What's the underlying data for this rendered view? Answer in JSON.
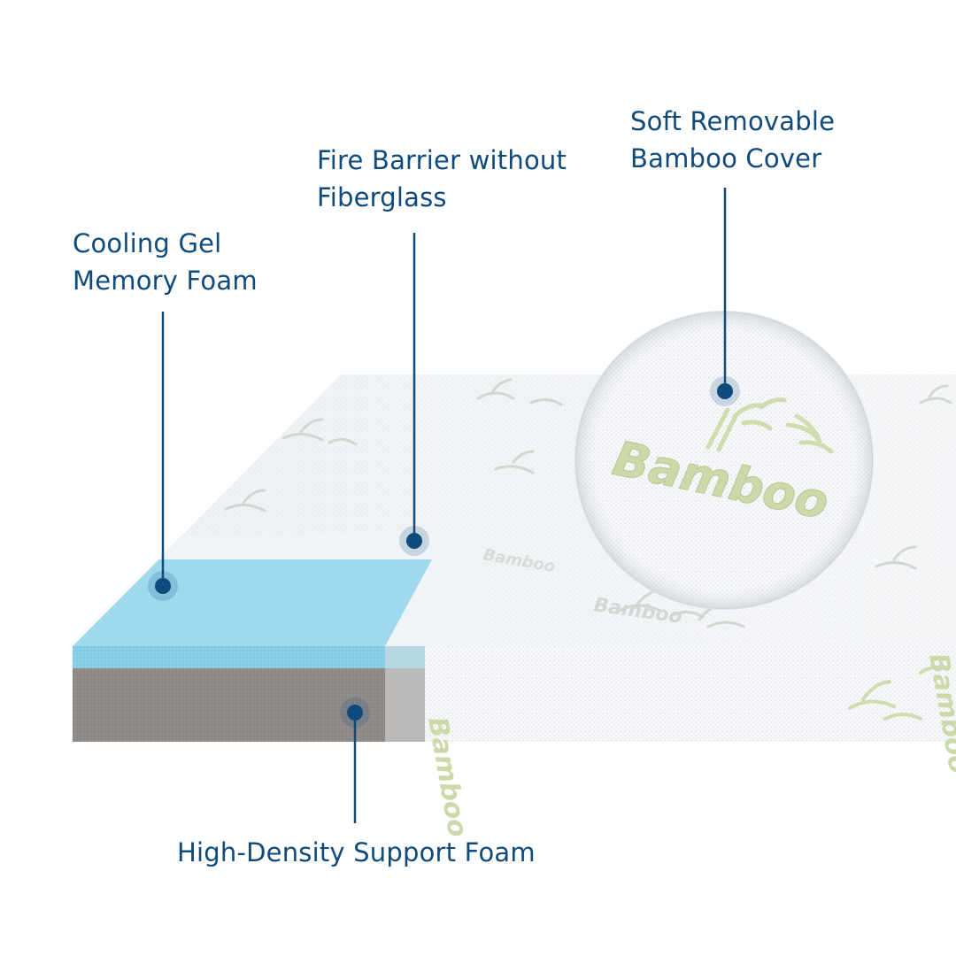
{
  "colors": {
    "accent": "#0f4a7d",
    "cooling_gel": "#8ed0e8",
    "support_foam": "#8f8a88",
    "cover": "#f4f6f8",
    "bamboo_embroidery": "#cfdcae"
  },
  "callouts": {
    "cover": {
      "line1": "Soft Removable",
      "line2": "Bamboo Cover"
    },
    "fire_barrier": {
      "line1": "Fire Barrier without",
      "line2": "Fiberglass"
    },
    "cooling_gel": {
      "line1": "Cooling Gel",
      "line2": "Memory Foam"
    },
    "support_foam": {
      "line1": "High-Density Support Foam"
    }
  },
  "embroidery": {
    "brand_text": "Bamboo"
  }
}
